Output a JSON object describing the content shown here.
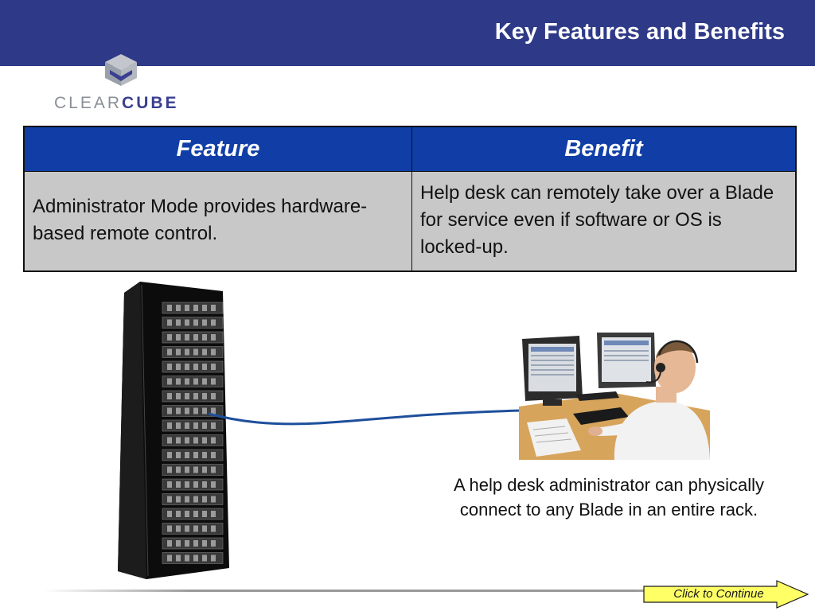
{
  "header": {
    "title": "Key Features and Benefits"
  },
  "logo": {
    "text_part1": "CLEAR",
    "text_part2": "CUBE",
    "icon": "clearcube-cube-logo"
  },
  "table": {
    "headers": [
      "Feature",
      "Benefit"
    ],
    "rows": [
      {
        "feature": "Administrator Mode provides hardware-based remote control.",
        "benefit": "Help desk can remotely take over a Blade for service even if software or OS is locked-up."
      }
    ]
  },
  "illustration": {
    "rack": "server-rack-image",
    "operator": "help-desk-operator-photo"
  },
  "caption": "A help desk administrator can physically connect to any Blade in an entire rack.",
  "navigation": {
    "continue_label": "Click to Continue",
    "icon": "arrow-right-icon"
  },
  "colors": {
    "header_bg": "#2e3a87",
    "table_header_bg": "#103ea6",
    "table_cell_bg": "#c8c8c8",
    "continue_bg": "#ffff66",
    "cable": "#1e4f9c"
  }
}
